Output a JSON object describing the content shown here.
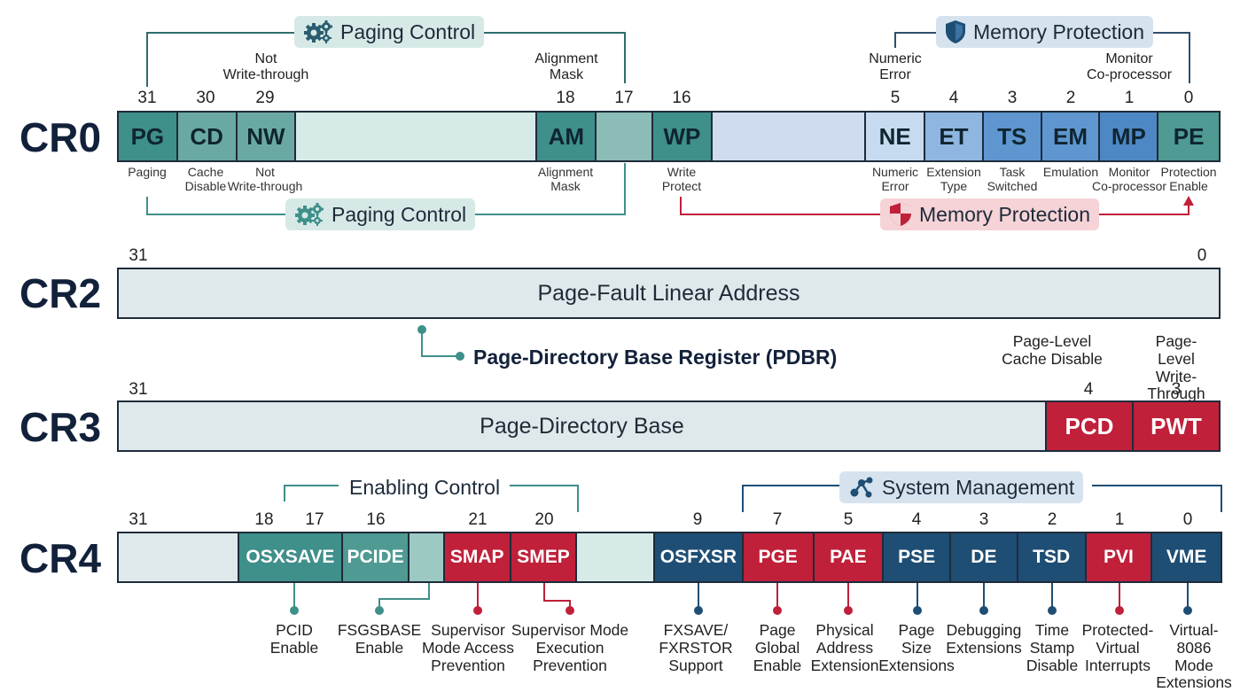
{
  "cr0": {
    "name": "CR0",
    "top_group_left": "Paging Control",
    "top_group_right": "Memory Protection",
    "bottom_group_left": "Paging Control",
    "bottom_group_right": "Memory Protection",
    "top_notes": {
      "nw": "Not\nWrite-through",
      "am": "Alignment\nMask",
      "ne": "Numeric\nError",
      "mp": "Monitor\nCo-processor"
    },
    "bits": {
      "b31": "31",
      "b30": "30",
      "b29": "29",
      "b18": "18",
      "b17": "17",
      "b16": "16",
      "b5": "5",
      "b4": "4",
      "b3": "3",
      "b2": "2",
      "b1": "1",
      "b0": "0"
    },
    "fields": {
      "pg": "PG",
      "cd": "CD",
      "nw": "NW",
      "am": "AM",
      "wp": "WP",
      "ne": "NE",
      "et": "ET",
      "ts": "TS",
      "em": "EM",
      "mp": "MP",
      "pe": "PE"
    },
    "descriptions": {
      "pg": "Paging",
      "cd": "Cache\nDisable",
      "nw": "Not\nWrite-through",
      "am": "Alignment\nMask",
      "wp": "Write\nProtect",
      "ne": "Numeric\nError",
      "et": "Extension\nType",
      "ts": "Task\nSwitched",
      "em": "Emulation",
      "mp": "Monitor\nCo-processor",
      "pe": "Protection\nEnable"
    }
  },
  "cr2": {
    "name": "CR2",
    "bit_hi": "31",
    "bit_lo": "0",
    "field": "Page-Fault Linear Address"
  },
  "pdbr_label": "Page-Directory Base Register (PDBR)",
  "cr3": {
    "name": "CR3",
    "bit_hi": "31",
    "bit_4": "4",
    "bit_3": "3",
    "note_pcd": "Page-Level\nCache Disable",
    "note_pwt": "Page-Level\nWrite-Through",
    "field_base": "Page-Directory Base",
    "pcd": "PCD",
    "pwt": "PWT"
  },
  "cr4": {
    "name": "CR4",
    "group_left": "Enabling Control",
    "group_right": "System Management",
    "bits": {
      "b31": "31",
      "b18": "18",
      "b17": "17",
      "b16": "16",
      "b21": "21",
      "b20": "20",
      "b9": "9",
      "b7": "7",
      "b5": "5",
      "b4": "4",
      "b3": "3",
      "b2": "2",
      "b1": "1",
      "b0": "0"
    },
    "fields": {
      "osxsave": "OSXSAVE",
      "pcide": "PCIDE",
      "smap": "SMAP",
      "smep": "SMEP",
      "osfxsr": "OSFXSR",
      "pge": "PGE",
      "pae": "PAE",
      "pse": "PSE",
      "de": "DE",
      "tsd": "TSD",
      "pvi": "PVI",
      "vme": "VME"
    },
    "descriptions": {
      "pcid": "PCID\nEnable",
      "fsgsbase": "FSGSBASE\nEnable",
      "smap": "Supervisor\nMode Access\nPrevention",
      "smep": "Supervisor Mode\nExecution\nPrevention",
      "osfxsr": "FXSAVE/\nFXRSTOR\nSupport",
      "pge": "Page\nGlobal\nEnable",
      "pae": "Physical\nAddress\nExtension",
      "pse": "Page\nSize\nExtensions",
      "de": "Debugging\nExtensions",
      "tsd": "Time\nStamp\nDisable",
      "pvi": "Protected-\nVirtual\nInterrupts",
      "vme": "Virtual-8086\nMode\nExtensions"
    }
  },
  "colors": {
    "teal_dark": "#3f8f8a",
    "teal_light": "#d3e9e6",
    "blue_light": "#c9dcef",
    "blue_mid": "#5f96cf",
    "navy": "#1f4e74",
    "red": "#c0203a",
    "grey_fill": "#dfe9ec"
  },
  "icons": {
    "paging": "gears-icon",
    "protection": "shield-icon",
    "system": "network-icon"
  }
}
